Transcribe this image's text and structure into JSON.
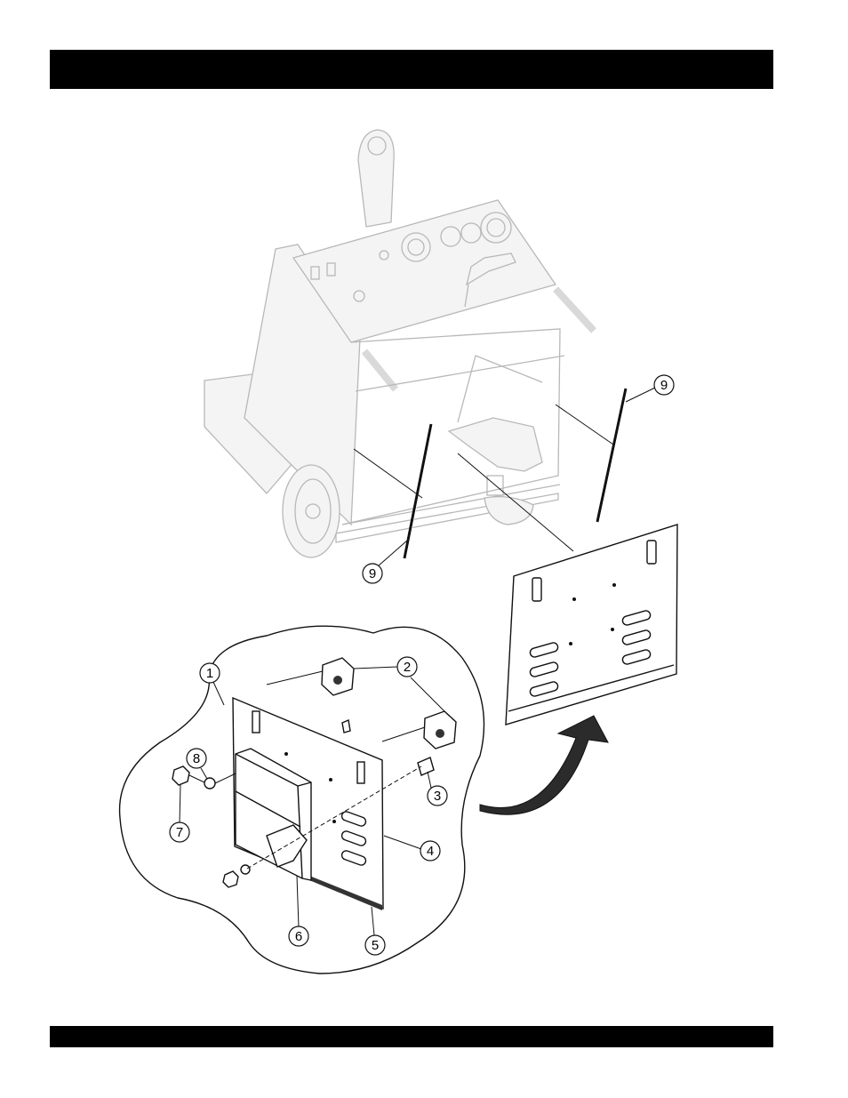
{
  "header": {
    "text": ""
  },
  "footer": {
    "text": ""
  },
  "callouts": [
    {
      "id": "callout-1",
      "label": "1"
    },
    {
      "id": "callout-2",
      "label": "2"
    },
    {
      "id": "callout-3",
      "label": "3"
    },
    {
      "id": "callout-4",
      "label": "4"
    },
    {
      "id": "callout-5",
      "label": "5"
    },
    {
      "id": "callout-6",
      "label": "6"
    },
    {
      "id": "callout-7",
      "label": "7"
    },
    {
      "id": "callout-8",
      "label": "8"
    },
    {
      "id": "callout-9a",
      "label": "9"
    },
    {
      "id": "callout-9b",
      "label": "9"
    }
  ],
  "colors": {
    "bar": "#000000",
    "line": "#111111",
    "faded": "#b8b8b8"
  }
}
